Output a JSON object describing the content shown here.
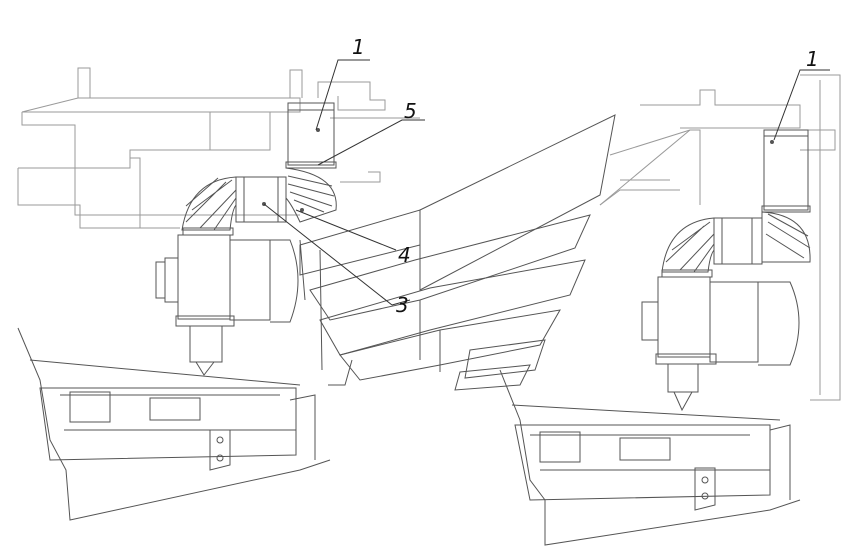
{
  "diagram": {
    "callouts": [
      {
        "id": "c1a",
        "label": "1"
      },
      {
        "id": "c5",
        "label": "5"
      },
      {
        "id": "c4",
        "label": "4"
      },
      {
        "id": "c3",
        "label": "3"
      },
      {
        "id": "c1b",
        "label": "1"
      }
    ]
  },
  "colors": {
    "line": "#555555",
    "line_light": "#9a9a9a",
    "background": "#ffffff"
  }
}
